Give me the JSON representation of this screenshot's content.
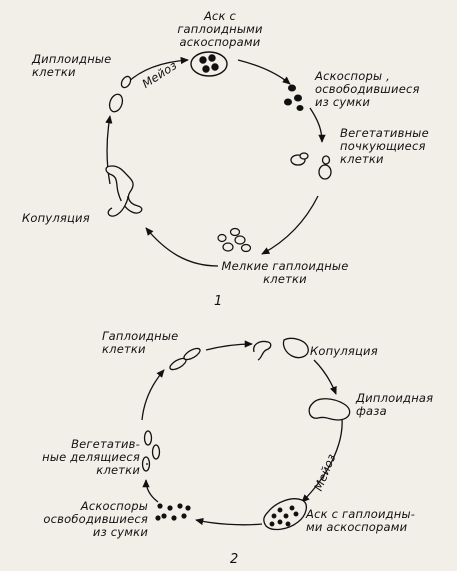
{
  "diagram1": {
    "number": "1",
    "labels": {
      "ask": "Аск с гаплоидными\nаскоспорами",
      "released": "Аскоспоры ,\nосвободившиеся\nиз сумки",
      "vegetative": "Вегетативные\nпочкующиеся\nклетки",
      "small_haploid": "Мелкие гаплоидные\nклетки",
      "copulation": "Копуляция",
      "diploid": "Диплоидные\nклетки",
      "meiosis": "Мейоз"
    }
  },
  "diagram2": {
    "number": "2",
    "labels": {
      "haploid": "Гаплоидные\nклетки",
      "copulation": "Копуляция",
      "diploid_phase": "Диплоидная\nфаза",
      "meiosis": "Мейоз",
      "ask": "Аск с гаплоидны-\nми аскоспорами",
      "released": "Аскоспоры\nосвободившиеся\nиз сумки",
      "vegetative": "Вегетатив-\nные делящиеся\nклетки"
    }
  }
}
